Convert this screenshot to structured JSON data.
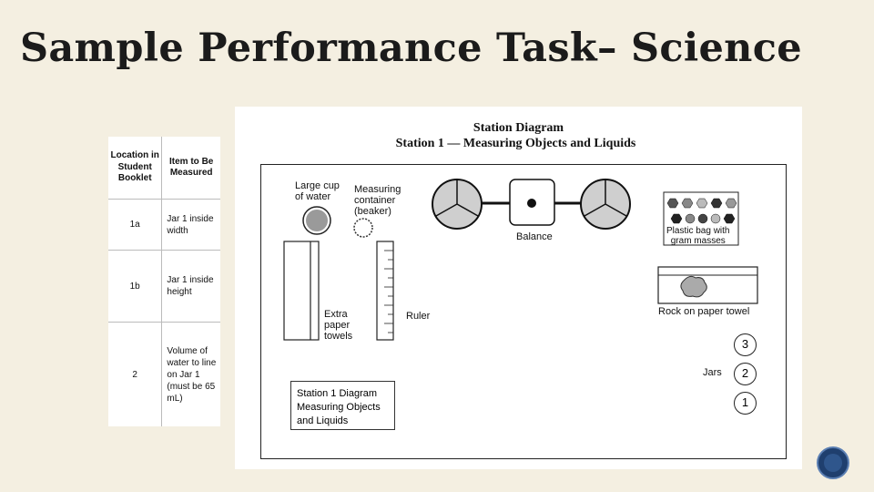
{
  "slide": {
    "title": "Sample Performance Task– Science"
  },
  "table": {
    "headers": [
      "Location in Student Booklet",
      "Item to Be Measured"
    ],
    "rows": [
      {
        "location": "1a",
        "item": "Jar 1 inside width"
      },
      {
        "location": "1b",
        "item": "Jar 1 inside height"
      },
      {
        "location": "2",
        "item": "Volume of water to line on Jar 1 (must be 65 mL)"
      }
    ]
  },
  "diagram": {
    "title": "Station Diagram",
    "subtitle": "Station 1 — Measuring Objects and Liquids",
    "labels": {
      "large_cup": "Large cup\nof water",
      "measuring_container": "Measuring\ncontainer\n(beaker)",
      "balance": "Balance",
      "gram_masses": "Plastic bag with\ngram masses",
      "extra_towels": "Extra\npaper\ntowels",
      "ruler": "Ruler",
      "rock": "Rock on paper towel",
      "jars": "Jars",
      "caption": "Station 1 Diagram\nMeasuring Objects\nand Liquids"
    },
    "jar_numbers": [
      "3",
      "2",
      "1"
    ]
  }
}
